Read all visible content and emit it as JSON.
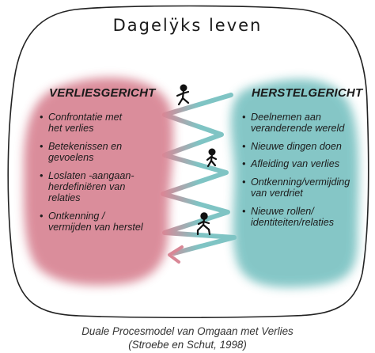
{
  "title": "Dagelÿks leven",
  "left_blob": {
    "heading": "VERLIESGERICHT",
    "color": "#d98796",
    "items": [
      [
        "Confrontatie met",
        "het verlies"
      ],
      [
        "Betekenissen en",
        "gevoelens"
      ],
      [
        "Loslaten -aangaan-",
        "herdefiniëren van",
        "relaties"
      ],
      [
        "Ontkenning /",
        "vermijden van herstel"
      ]
    ]
  },
  "right_blob": {
    "heading": "HERSTELGERICHT",
    "color": "#7fc4c4",
    "items": [
      [
        "Deelnemen aan",
        "veranderende wereld"
      ],
      [
        "Nieuwe dingen doen"
      ],
      [
        "Afleiding van verlies"
      ],
      [
        "Ontkenning/vermijding",
        "van verdriet"
      ],
      [
        "Nieuwe rollen/",
        "identiteiten/relaties"
      ]
    ]
  },
  "oscillation": {
    "colors": [
      "#d98796",
      "#7fc4c4"
    ]
  },
  "caption": {
    "line1": "Duale Procesmodel van Omgaan met Verlies",
    "line2": "(Stroebe en Schut, 1998)"
  },
  "bullet": "•"
}
